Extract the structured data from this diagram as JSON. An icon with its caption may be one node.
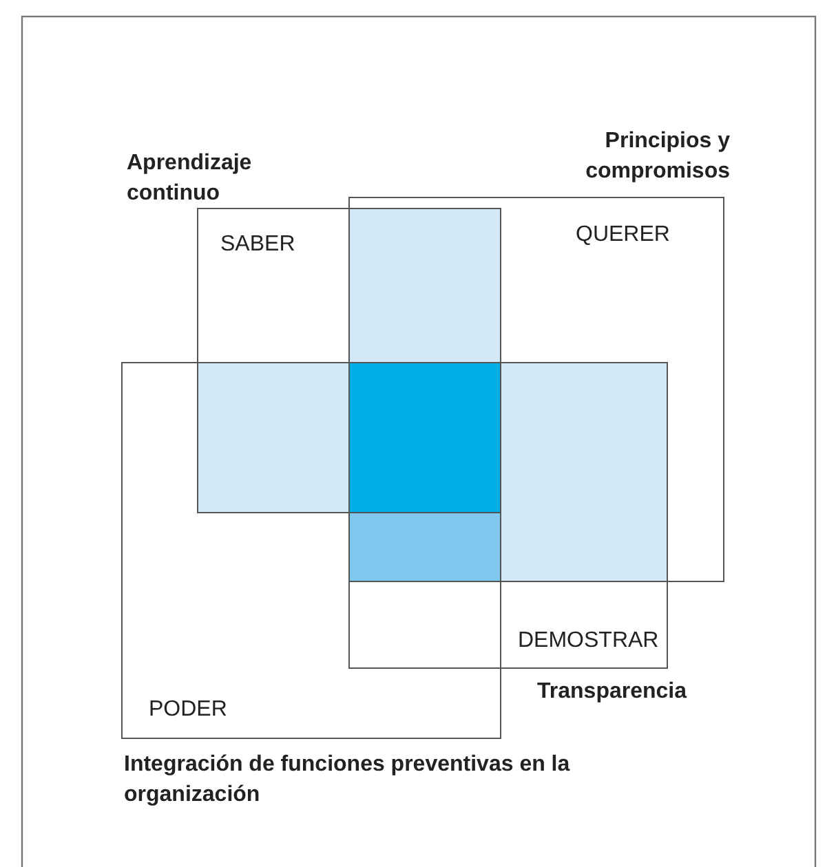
{
  "diagram": {
    "nodes": [
      {
        "text": [
          "Principios y compromisos",
          "QUERER"
        ]
      },
      {
        "text": [
          "Aprendizaje continuo",
          "SABER"
        ]
      },
      {
        "text": [
          "PODER",
          "Integración de funciones preventivas en la organización"
        ]
      },
      {
        "text": [
          "DEMOSTRAR",
          "Transparencia"
        ]
      }
    ]
  }
}
